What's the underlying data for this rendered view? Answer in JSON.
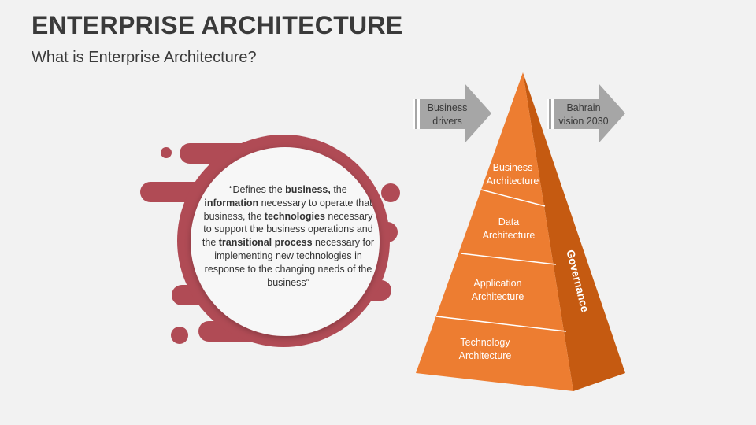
{
  "header": {
    "title": "ENTERPRISE ARCHITECTURE",
    "subtitle": "What is Enterprise Architecture?"
  },
  "quote": {
    "segments": [
      {
        "text": "“Defines the ",
        "bold": false
      },
      {
        "text": "business,",
        "bold": true
      },
      {
        "text": " the ",
        "bold": false
      },
      {
        "text": "information",
        "bold": true
      },
      {
        "text": " necessary to operate that business, the ",
        "bold": false
      },
      {
        "text": "technologies",
        "bold": true
      },
      {
        "text": " necessary to support the business operations and the ",
        "bold": false
      },
      {
        "text": "transitional process",
        "bold": true
      },
      {
        "text": " necessary for implementing new technologies in response to the changing needs of the business”",
        "bold": false
      }
    ]
  },
  "arrows": {
    "left": [
      "Business",
      "drivers"
    ],
    "right": [
      "Bahrain",
      "vision 2030"
    ]
  },
  "pyramid": {
    "levels": [
      [
        "Business",
        "Architecture"
      ],
      [
        "Data",
        "Architecture"
      ],
      [
        "Application",
        "Architecture"
      ],
      [
        "Technology",
        "Architecture"
      ]
    ],
    "side_label": "Governance"
  },
  "colors": {
    "ring": "#b04b55",
    "pyramid_front": "#ed7d31",
    "pyramid_side": "#c55a11",
    "arrow": "#a6a6a6"
  }
}
